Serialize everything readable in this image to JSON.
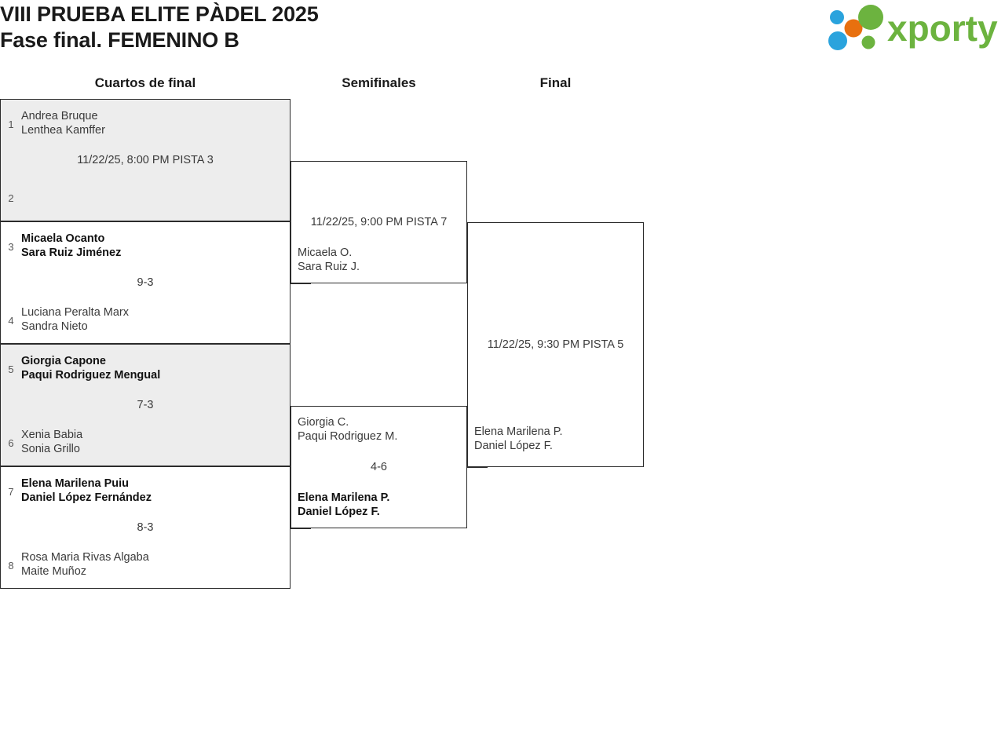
{
  "header": {
    "title_line1": "VIII PRUEBA ELITE PÀDEL 2025",
    "title_line2": "Fase final. FEMENINO B",
    "logo_text": "xporty",
    "logo_colors": {
      "green": "#6cb33f",
      "orange": "#e8700f",
      "blue": "#2aa3dd"
    }
  },
  "rounds": [
    {
      "label": "Cuartos de final"
    },
    {
      "label": "Semifinales"
    },
    {
      "label": "Final"
    }
  ],
  "quarterfinals": [
    {
      "shaded": true,
      "middle": "11/22/25, 8:00 PM PISTA 3",
      "top": {
        "seed": "1",
        "player1": "Andrea Bruque",
        "player2": "Lenthea Kamffer",
        "winner": false
      },
      "bottom": {
        "seed": "2",
        "player1": "",
        "player2": "",
        "winner": false
      }
    },
    {
      "shaded": false,
      "middle": "9-3",
      "top": {
        "seed": "3",
        "player1": "Micaela Ocanto",
        "player2": "Sara Ruiz Jiménez",
        "winner": true
      },
      "bottom": {
        "seed": "4",
        "player1": "Luciana Peralta Marx",
        "player2": "Sandra Nieto",
        "winner": false
      }
    },
    {
      "shaded": true,
      "middle": "7-3",
      "top": {
        "seed": "5",
        "player1": "Giorgia Capone",
        "player2": "Paqui Rodriguez Mengual",
        "winner": true
      },
      "bottom": {
        "seed": "6",
        "player1": "Xenia Babia",
        "player2": "Sonia Grillo",
        "winner": false
      }
    },
    {
      "shaded": false,
      "middle": "8-3",
      "top": {
        "seed": "7",
        "player1": "Elena Marilena Puiu",
        "player2": "Daniel López Fernández",
        "winner": true
      },
      "bottom": {
        "seed": "8",
        "player1": "Rosa Maria Rivas Algaba",
        "player2": "Maite Muñoz",
        "winner": false
      }
    }
  ],
  "semifinals": [
    {
      "middle": "11/22/25, 9:00 PM PISTA 7",
      "top": {
        "player1": "",
        "player2": "",
        "winner": false
      },
      "bottom": {
        "player1": "Micaela O.",
        "player2": "Sara Ruiz J.",
        "winner": false
      }
    },
    {
      "middle": "4-6",
      "top": {
        "player1": "Giorgia C.",
        "player2": "Paqui Rodriguez M.",
        "winner": false
      },
      "bottom": {
        "player1": "Elena Marilena P.",
        "player2": "Daniel López F.",
        "winner": true
      }
    }
  ],
  "final": [
    {
      "middle": "11/22/25, 9:30 PM PISTA 5",
      "top": {
        "player1": "",
        "player2": "",
        "winner": false
      },
      "bottom": {
        "player1": "Elena Marilena P.",
        "player2": "Daniel López F.",
        "winner": false
      }
    }
  ]
}
